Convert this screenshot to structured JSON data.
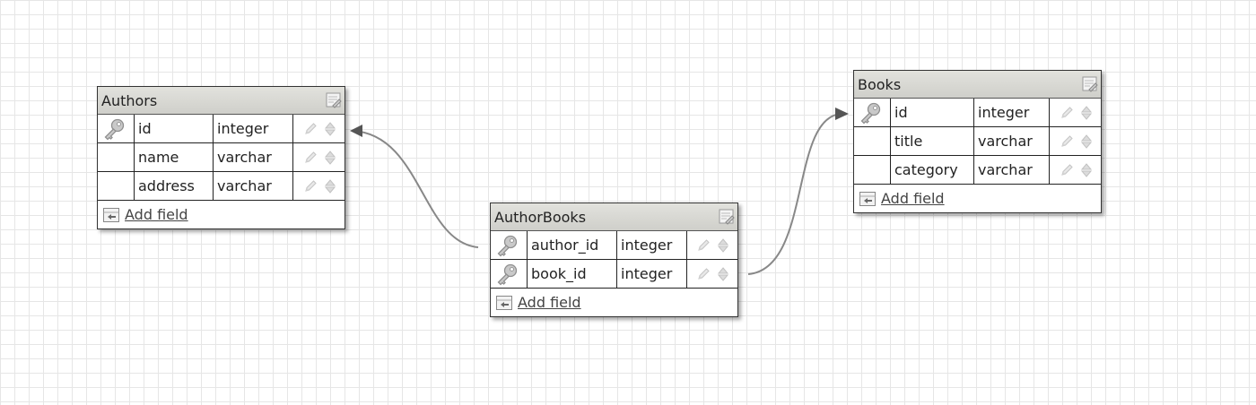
{
  "tables": {
    "authors": {
      "title": "Authors",
      "fields": [
        {
          "name": "id",
          "type": "integer",
          "primary_key": true
        },
        {
          "name": "name",
          "type": "varchar",
          "primary_key": false
        },
        {
          "name": "address",
          "type": "varchar",
          "primary_key": false
        }
      ],
      "add_field_label": "Add field"
    },
    "authorbooks": {
      "title": "AuthorBooks",
      "fields": [
        {
          "name": "author_id",
          "type": "integer",
          "primary_key": true
        },
        {
          "name": "book_id",
          "type": "integer",
          "primary_key": true
        }
      ],
      "add_field_label": "Add field"
    },
    "books": {
      "title": "Books",
      "fields": [
        {
          "name": "id",
          "type": "integer",
          "primary_key": true
        },
        {
          "name": "title",
          "type": "varchar",
          "primary_key": false
        },
        {
          "name": "category",
          "type": "varchar",
          "primary_key": false
        }
      ],
      "add_field_label": "Add field"
    }
  },
  "relations": [
    {
      "from": "AuthorBooks.author_id",
      "to": "Authors.id"
    },
    {
      "from": "AuthorBooks.book_id",
      "to": "Books.id"
    }
  ]
}
